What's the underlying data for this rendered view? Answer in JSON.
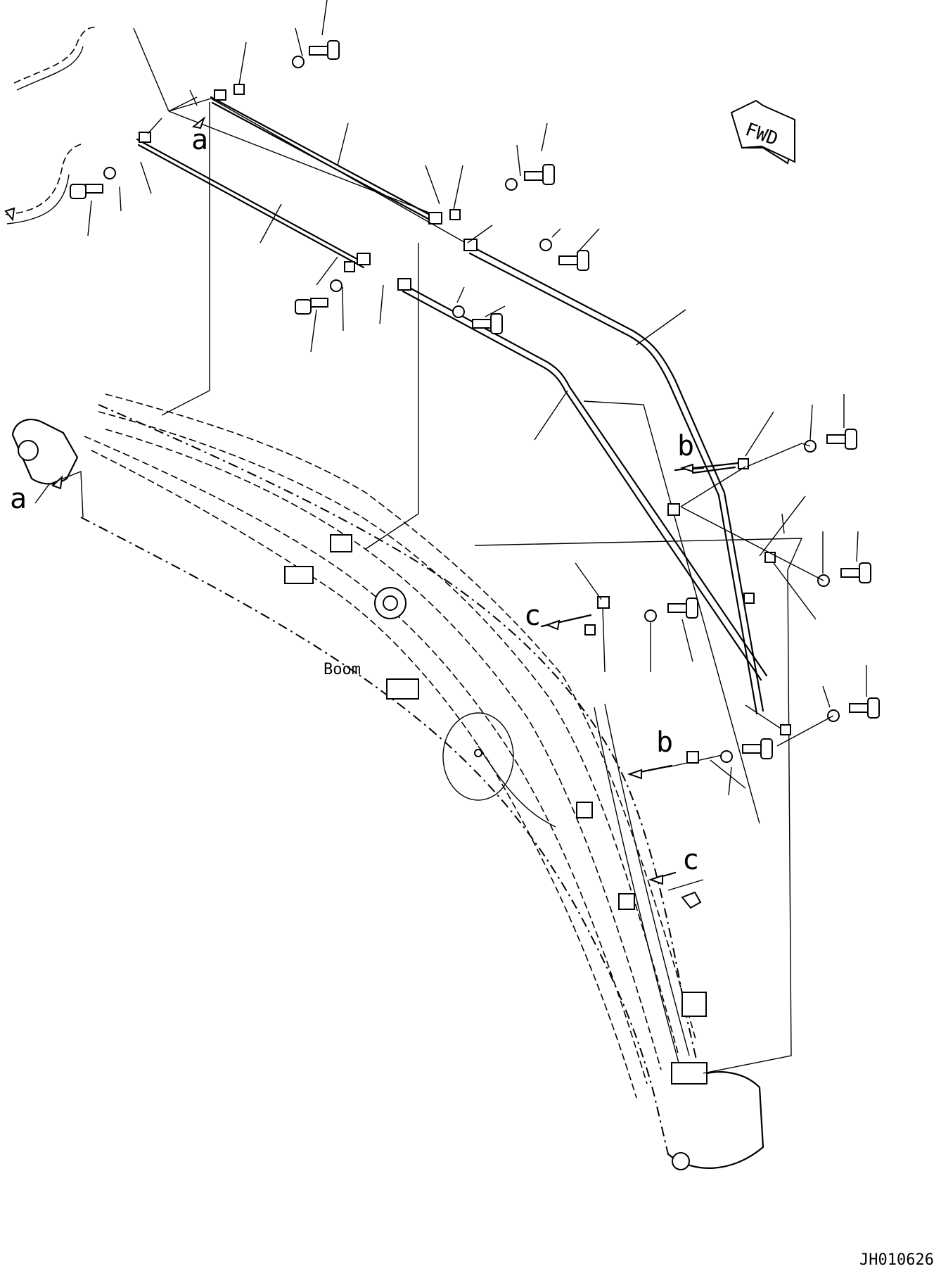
{
  "labels": {
    "a": "a",
    "b": "b",
    "c": "c",
    "fwd": "FWD",
    "boom": "Boom",
    "drawing_no": "JH010626"
  }
}
